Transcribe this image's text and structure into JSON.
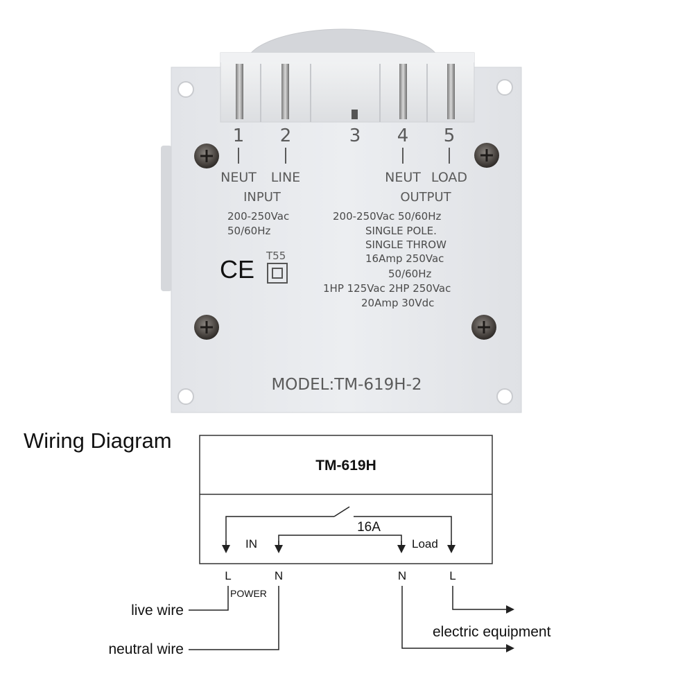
{
  "device": {
    "terminals": [
      {
        "number": "1",
        "label": "NEUT"
      },
      {
        "number": "2",
        "label": "LINE"
      },
      {
        "number": "3",
        "label": ""
      },
      {
        "number": "4",
        "label": "NEUT"
      },
      {
        "number": "5",
        "label": "LOAD"
      }
    ],
    "input": {
      "heading": "INPUT",
      "line1": "200-250Vac",
      "line2": "50/60Hz"
    },
    "output": {
      "heading": "OUTPUT",
      "lines": [
        "200-250Vac  50/60Hz",
        "SINGLE  POLE.",
        "SINGLE  THROW",
        "16Amp     250Vac",
        "50/60Hz",
        "1HP    125Vac   2HP   250Vac",
        "20Amp          30Vdc"
      ]
    },
    "ce_mark": "CE",
    "t_rating": "T55",
    "model": "MODEL:TM-619H-2"
  },
  "diagram": {
    "title": "Wiring Diagram",
    "box_title": "TM-619H",
    "rating": "16A",
    "in_label": "IN",
    "load_label": "Load",
    "terminals": [
      "L",
      "N",
      "N",
      "L"
    ],
    "power_label": "POWER",
    "live_wire": "live wire",
    "neutral_wire": "neutral wire",
    "equipment": "electric equipment"
  }
}
